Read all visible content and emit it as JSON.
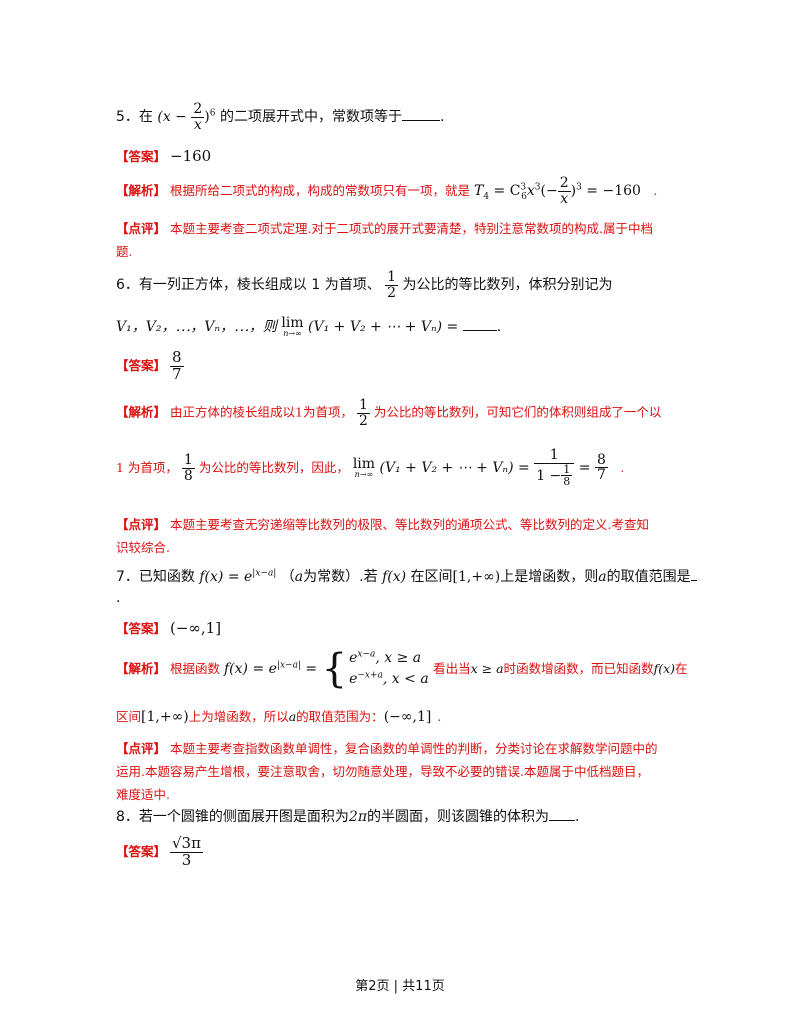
{
  "q5": {
    "num": "5．在",
    "expr_pre": "(x −",
    "frac_n": "2",
    "frac_d": "x",
    "expr_post": ")",
    "power": "6",
    "text": "的二项展开式中，常数项等于",
    "end": "."
  },
  "a5": {
    "tag": "【答案】",
    "value": "−160"
  },
  "j5": {
    "tag": "【解析】",
    "text": "根据所给二项式的构成，构成的常数项只有一项，就是",
    "t_sym": "T",
    "t_sub": "4",
    "eq": " = C",
    "c_sup": "3",
    "c_sub": "6",
    "x": "x",
    "x_sup": "3",
    "paren_open": "(−",
    "frac_n": "2",
    "frac_d": "x",
    "paren_close": ")",
    "p_sup": "3",
    "result": " = −160",
    "end": "."
  },
  "p5": {
    "tag": "【点评】",
    "line1": "本题主要考查二项式定理.对于二项式的展开式要清楚，特别注意常数项的构成.属于中档",
    "line2": "题."
  },
  "q6": {
    "line1_a": "6．有一列正方体，棱长组成以 1 为首项、",
    "frac_n": "1",
    "frac_d": "2",
    "line1_b": "为公比的等比数列，体积分别记为",
    "seq": "V₁，V₂，⋯，Vₙ，⋯，则",
    "lim": "lim",
    "lim_sub": "n→∞",
    "expr": "(V₁ + V₂ + ⋯ + Vₙ) =",
    "end": "."
  },
  "a6": {
    "tag": "【答案】",
    "frac_n": "8",
    "frac_d": "7"
  },
  "j6": {
    "tag": "【解析】",
    "line1_a": "由正方体的棱长组成以1为首项，",
    "frac1_n": "1",
    "frac1_d": "2",
    "line1_b": "为公比的等比数列，可知它们的体积则组成了一个以",
    "line2_a": "1 为首项，",
    "frac2_n": "1",
    "frac2_d": "8",
    "line2_b": "为公比的等比数列，因此，",
    "lim": "lim",
    "lim_sub": "n→∞",
    "expr": "(V₁ + V₂ + ⋯ + Vₙ) =",
    "frac3_n": "1",
    "frac3_d_a": "1 −",
    "frac3_d_n": "1",
    "frac3_d_d": "8",
    "eq": " =",
    "frac4_n": "8",
    "frac4_d": "7",
    "end": "."
  },
  "p6": {
    "tag": "【点评】",
    "line1": "本题主要考查无穷递缩等比数列的极限、等比数列的通项公式、等比数列的定义.考查知",
    "line2": "识较综合."
  },
  "q7": {
    "line1_a": "7．已知函数",
    "fx": "f(x) = e",
    "fx_sup": "|x−a|",
    "line1_b": "（",
    "a": "a",
    "line1_c": "为常数）.若",
    "fx2": "f(x)",
    "line1_d": "在区间",
    "interval": "[1,+∞)",
    "line1_e": "上是增函数，则",
    "line1_f": "的取值范围是",
    "line2": "."
  },
  "a7": {
    "tag": "【答案】",
    "value": "(−∞,1]"
  },
  "j7": {
    "tag": "【解析】",
    "text_a": "根据函数",
    "fx": "f(x) = e",
    "fx_sup": "|x−a|",
    "eq": " =",
    "case1": "e",
    "case1_sup": "x−a",
    "case1_cond": ", x ≥ a",
    "case2": "e",
    "case2_sup": "−x+a",
    "case2_cond": ", x < a",
    "text_b": "看出当",
    "cond": "x ≥ a",
    "text_c": "时函数增函数，而已知函数",
    "fx2": "f(x)",
    "text_d": "在",
    "line2_a": "区间",
    "interval": "[1,+∞)",
    "line2_b": "上为增函数，所以",
    "a": "a",
    "line2_c": "的取值范围为：",
    "range": "(−∞,1]",
    "end": "."
  },
  "p7": {
    "tag": "【点评】",
    "line1": "本题主要考查指数函数单调性，复合函数的单调性的判断，分类讨论在求解数学问题中的",
    "line2": "运用.本题容易产生增根，要注意取舍，切勿随意处理，导致不必要的错误.本题属于中低档题目，",
    "line3": "难度适中."
  },
  "q8": {
    "text_a": "8．若一个圆锥的侧面展开图是面积为",
    "area": "2π",
    "text_b": "的半圆面，则该圆锥的体积为",
    "end": "."
  },
  "a8": {
    "tag": "【答案】",
    "frac_n": "√3π",
    "frac_d": "3"
  },
  "footer": {
    "text": "第2页 | 共11页"
  }
}
